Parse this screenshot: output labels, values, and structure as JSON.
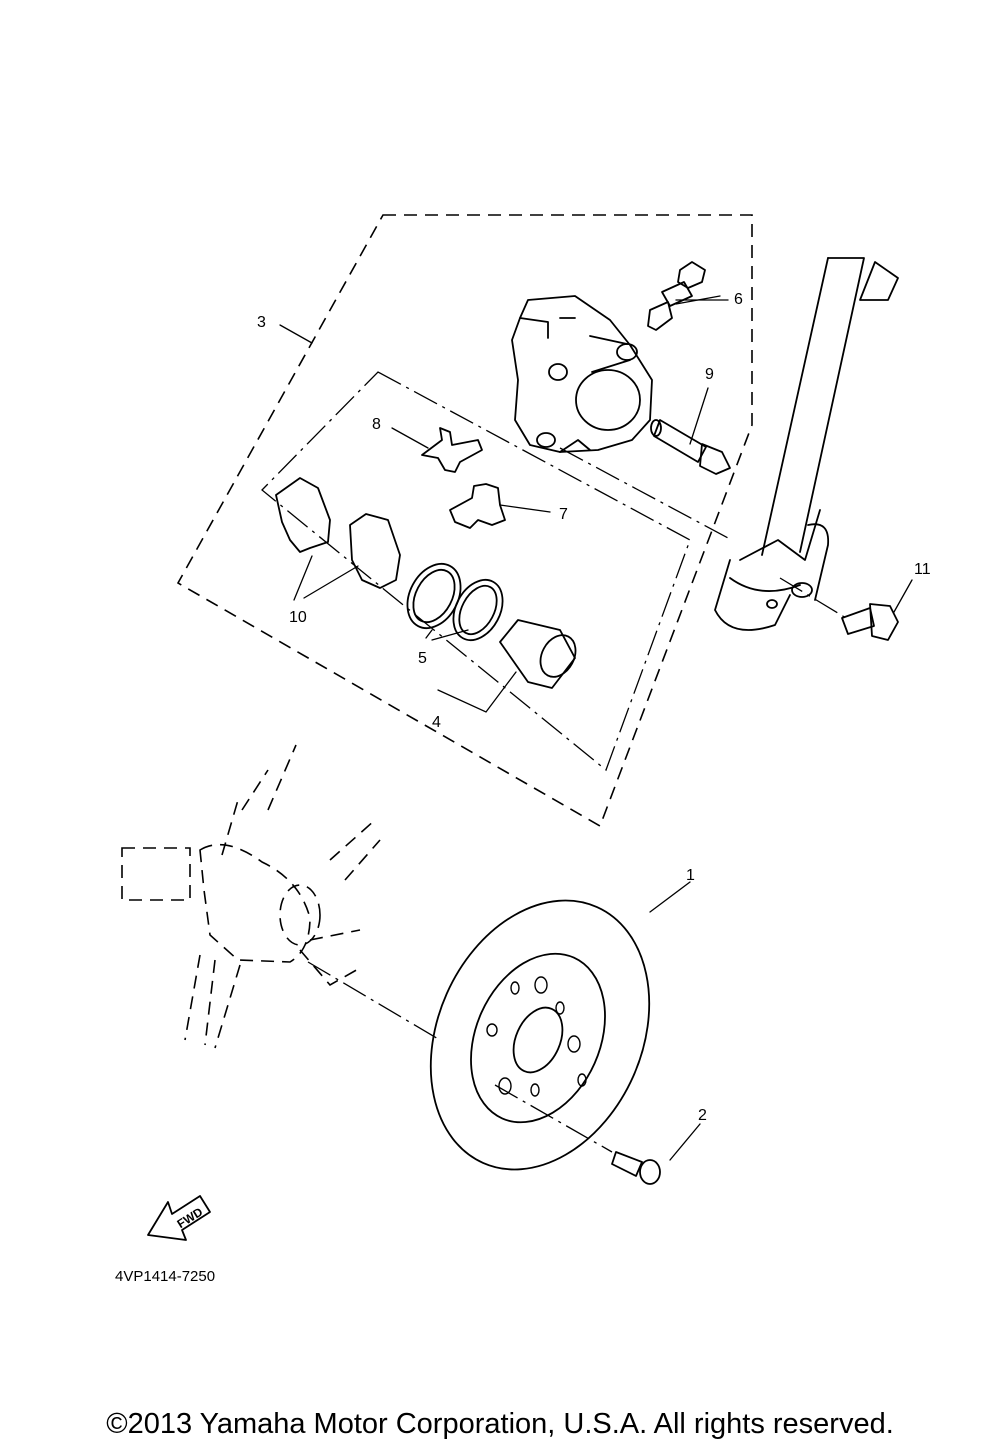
{
  "diagram": {
    "callouts": [
      {
        "id": "1",
        "label": "1"
      },
      {
        "id": "2",
        "label": "2"
      },
      {
        "id": "3",
        "label": "3"
      },
      {
        "id": "4",
        "label": "4"
      },
      {
        "id": "5",
        "label": "5"
      },
      {
        "id": "6",
        "label": "6"
      },
      {
        "id": "7",
        "label": "7"
      },
      {
        "id": "8",
        "label": "8"
      },
      {
        "id": "9",
        "label": "9"
      },
      {
        "id": "10",
        "label": "10"
      },
      {
        "id": "11",
        "label": "11"
      }
    ],
    "fwd_label": "FWD",
    "diagram_code": "4VP1414-7250"
  },
  "footer": {
    "copyright": "©2013 Yamaha Motor Corporation, U.S.A. All rights reserved."
  }
}
